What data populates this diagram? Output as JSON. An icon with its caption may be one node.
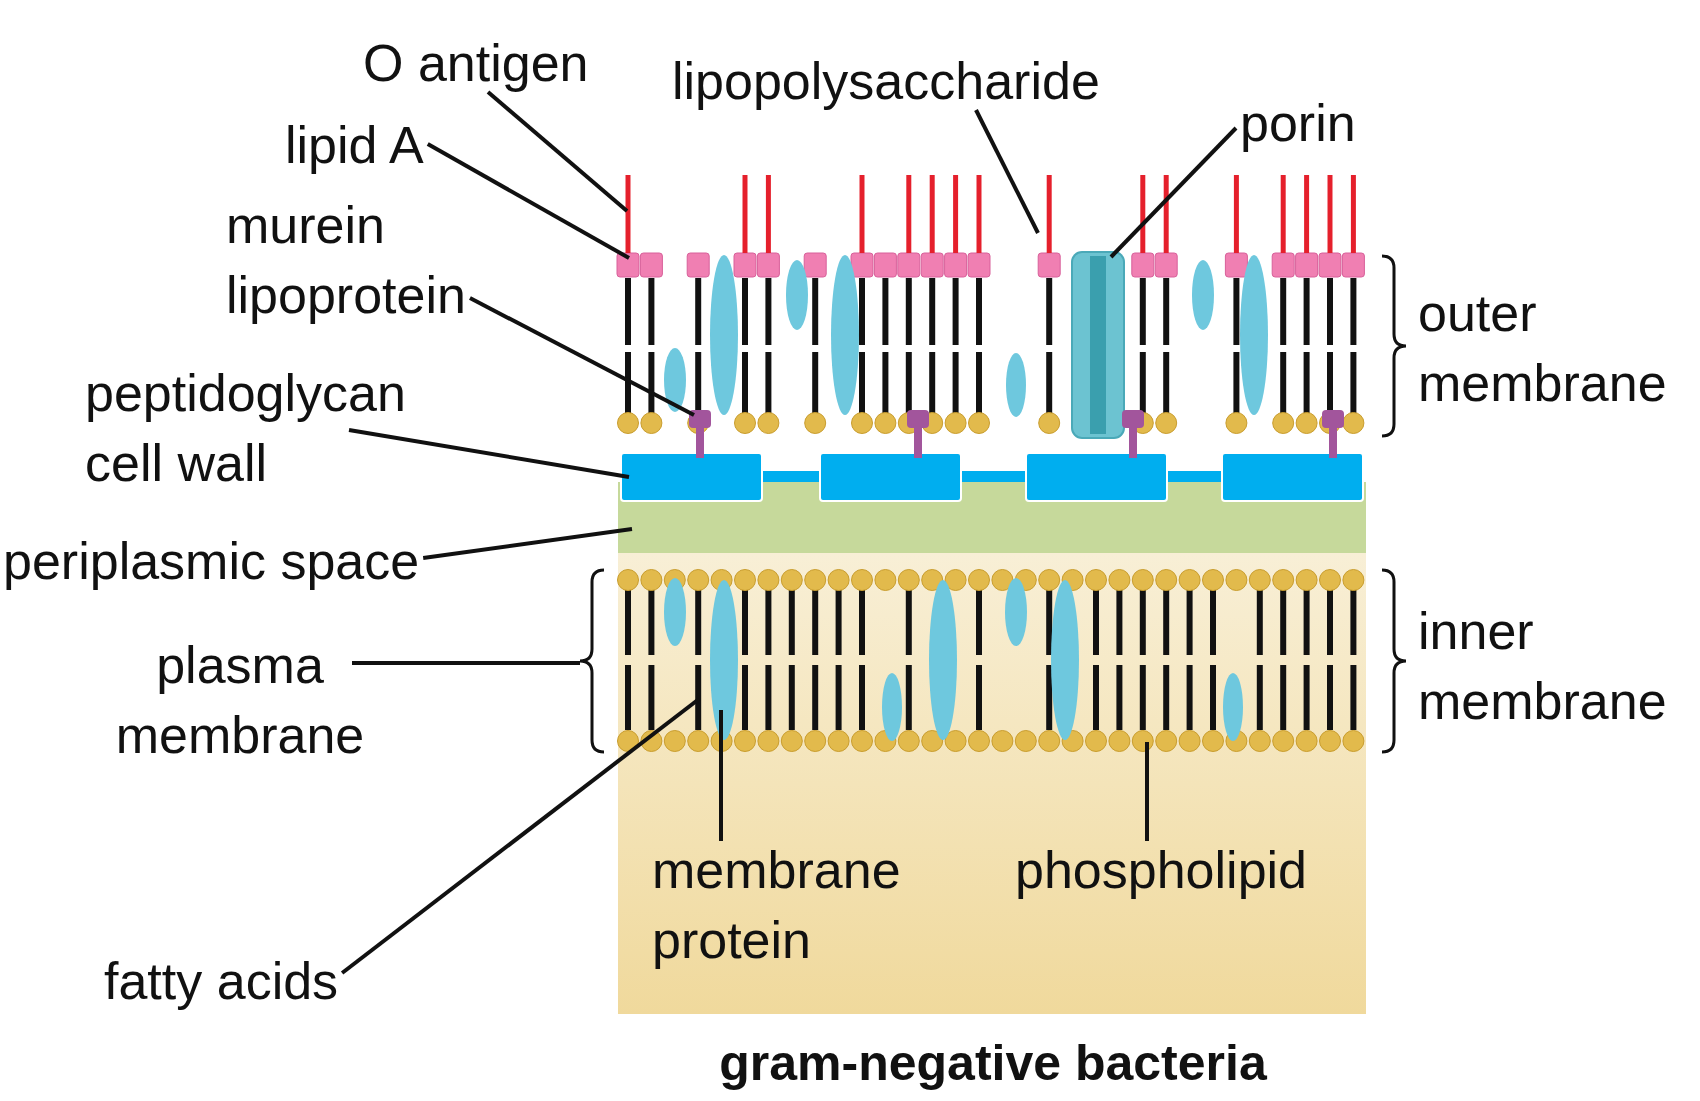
{
  "diagram": {
    "caption": "gram-negative bacteria",
    "nodes": [
      {
        "text": [
          "O antigen"
        ]
      },
      {
        "text": [
          "lipid A"
        ]
      },
      {
        "text": [
          "murein lipoprotein"
        ]
      },
      {
        "text": [
          "peptidoglycan cell wall"
        ]
      },
      {
        "text": [
          "periplasmic space"
        ]
      },
      {
        "text": [
          "plasma membrane"
        ]
      },
      {
        "text": [
          "fatty acids"
        ]
      },
      {
        "text": [
          "lipopolysaccharide"
        ]
      },
      {
        "text": [
          "porin"
        ]
      },
      {
        "text": [
          "membrane protein"
        ]
      },
      {
        "text": [
          "phospholipid"
        ]
      },
      {
        "text": [],
        "shape": "bracket"
      }
    ],
    "edges": [
      {
        "from": 0,
        "to": null,
        "arrow": "none"
      },
      {
        "from": 1,
        "to": null,
        "arrow": "none"
      },
      {
        "from": 2,
        "to": null,
        "arrow": "none"
      },
      {
        "from": 3,
        "to": null,
        "arrow": "none"
      },
      {
        "from": 4,
        "to": null,
        "arrow": "none"
      },
      {
        "from": 5,
        "to": 11,
        "arrow": "none"
      },
      {
        "from": 6,
        "to": null,
        "arrow": "none"
      },
      {
        "from": 7,
        "to": null,
        "arrow": "none"
      },
      {
        "from": 8,
        "to": null,
        "arrow": "none"
      },
      {
        "from": 9,
        "to": null,
        "arrow": "none"
      },
      {
        "from": 10,
        "to": null,
        "arrow": "none"
      }
    ],
    "labels": [
      "outer membrane",
      "inner membrane"
    ]
  }
}
